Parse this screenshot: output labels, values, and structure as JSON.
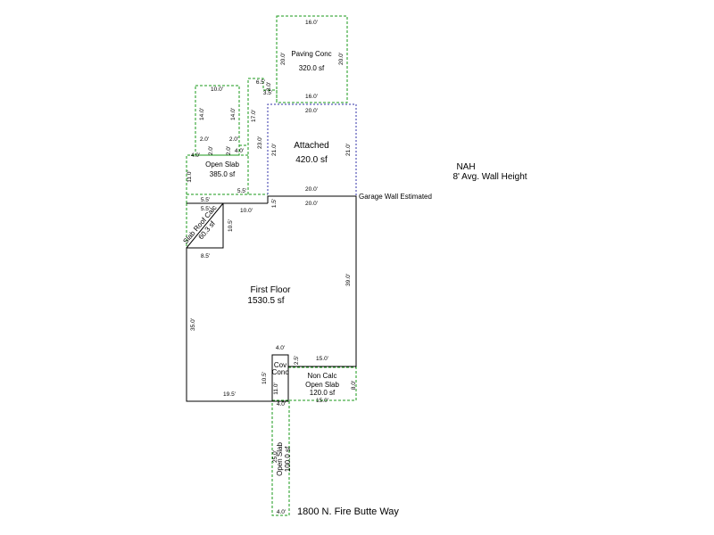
{
  "header": {
    "nah_label": "NAH",
    "wall_height": "8' Avg. Wall Height"
  },
  "footer": {
    "address": "1800 N. Fire Butte Way"
  },
  "notes": {
    "garage_wall": "Garage Wall Estimated"
  },
  "colors": {
    "main_line": "#000000",
    "secondary_line": "#1a9a1a",
    "garage_line": "#3333aa"
  },
  "areas": {
    "paving": {
      "name": "Paving Conc",
      "size": "320.0 sf"
    },
    "attached": {
      "name": "Attached",
      "size": "420.0 sf"
    },
    "open_slab_left": {
      "name": "Open Slab",
      "size": "385.0 sf"
    },
    "slab_roof": {
      "name": "Slab Roof Calc",
      "size": "60.3 sf"
    },
    "first_floor": {
      "name": "First Floor",
      "size": "1530.5 sf"
    },
    "cov_conc": {
      "name": "Cov Conc"
    },
    "non_calc": {
      "name": "Non Calc",
      "name2": "Open Slab",
      "size": "120.0 sf"
    },
    "open_slab_bottom": {
      "name": "Open Slab",
      "size": "100.0 sf"
    }
  },
  "dims": {
    "paving_top": "16.0'",
    "paving_bottom": "16.0'",
    "paving_left": "20.0'",
    "paving_right": "20.0'",
    "attached_top": "20.0'",
    "attached_bottom": "20.0'",
    "attached_left": "21.0'",
    "attached_right": "21.0'",
    "garage_20": "20.0'",
    "garage_left": "1.5'",
    "ff_right": "39.0'",
    "ff_left": "35.0'",
    "ff_bottom": "19.5'",
    "ff_10": "10.0'",
    "ff_105": "10.5'",
    "ff_85": "8.5'",
    "ff_4": "4.0'",
    "ff_15": "15.0'",
    "cov_105": "10.5'",
    "cov_11": "11.0'",
    "cov_25": "2.5'",
    "nc_right": "8.0'",
    "nc_bottom": "15.0'",
    "os_bottom_25": "25.0'",
    "os_bottom_4a": "4.0'",
    "os_bottom_4b": "4.0'",
    "osl_55a": "5.5'",
    "osl_55b": "5.5'",
    "osl_55c": "5.5'",
    "osl_11": "11.0'",
    "osl_4": "4.0'",
    "osl_2a": "2.0'",
    "osl_2b": "2.0'",
    "osl_10": "10.0'",
    "osl_14a": "14.0'",
    "osl_14b": "14.0'",
    "osl_2c": "2.0'",
    "osl_2d": "2.0'",
    "osl_17": "17.0'",
    "osl_23": "23.0'",
    "osl_65": "6.5'",
    "osl_3": "3.0'",
    "osl_35": "3.5'",
    "osl_4b": "4.0'"
  }
}
